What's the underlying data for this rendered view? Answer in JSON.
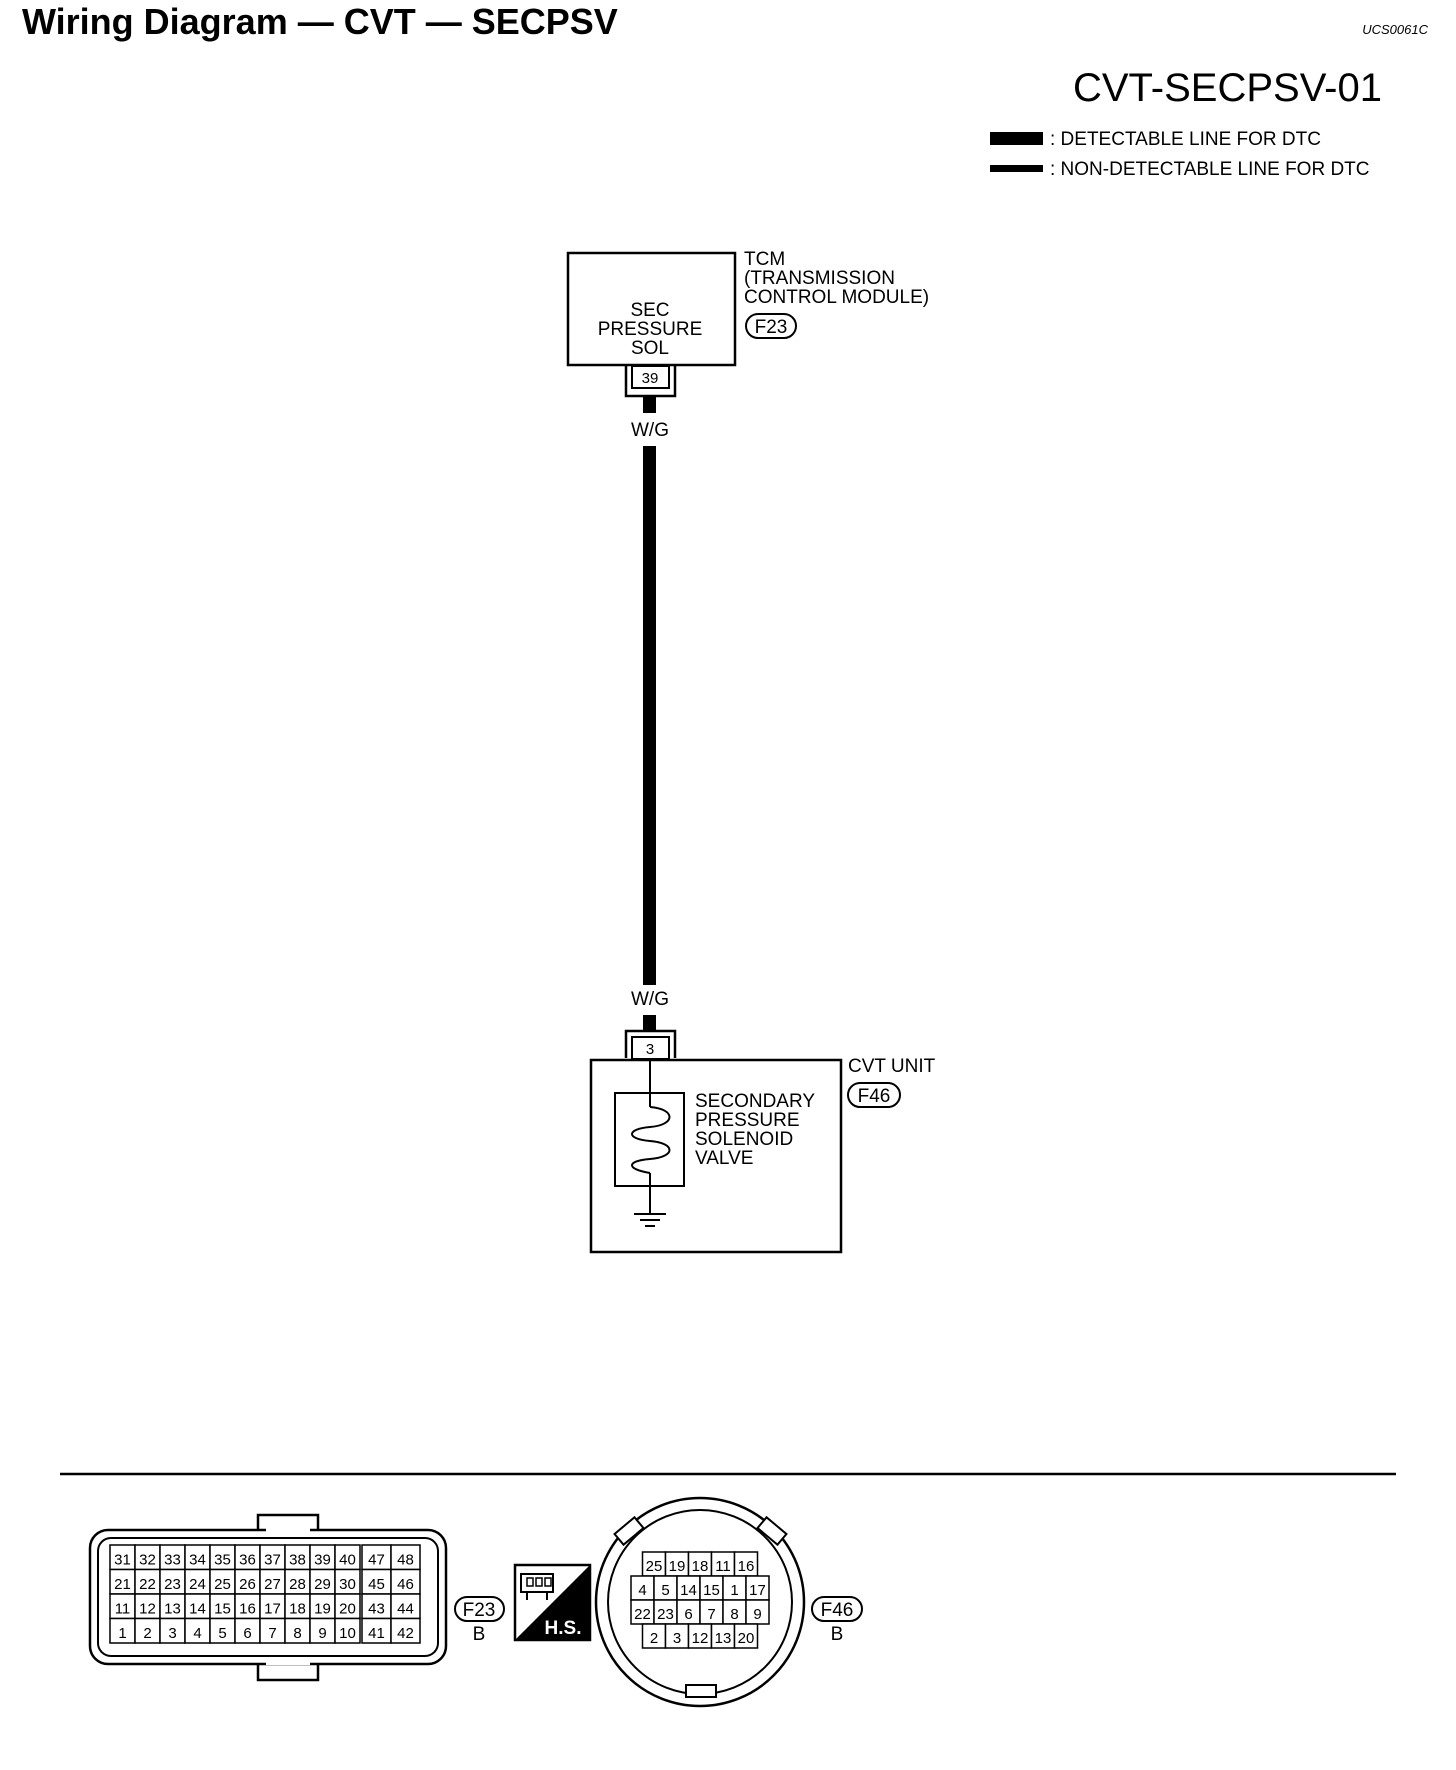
{
  "header": {
    "title": "Wiring Diagram — CVT — SECPSV",
    "code": "UCS0061C",
    "sheet_id": "CVT-SECPSV-01"
  },
  "legend": {
    "detectable": ": DETECTABLE LINE FOR DTC",
    "non_detectable": ": NON-DETECTABLE LINE FOR DTC"
  },
  "tcm": {
    "name_lines": [
      "TCM",
      "(TRANSMISSION",
      "CONTROL MODULE)"
    ],
    "connector": "F23",
    "terminal_label_lines": [
      "SEC",
      "PRESSURE",
      "SOL"
    ],
    "terminal": "39"
  },
  "wire": {
    "color_top": "W/G",
    "color_bottom": "W/G"
  },
  "cvt_unit": {
    "name": "CVT UNIT",
    "connector": "F46",
    "terminal": "3",
    "component_lines": [
      "SECONDARY",
      "PRESSURE",
      "SOLENOID",
      "VALVE"
    ]
  },
  "connectors": {
    "f23": {
      "id": "F23",
      "color": "B",
      "rows": [
        [
          "31",
          "32",
          "33",
          "34",
          "35",
          "36",
          "37",
          "38",
          "39",
          "40",
          "47",
          "48"
        ],
        [
          "21",
          "22",
          "23",
          "24",
          "25",
          "26",
          "27",
          "28",
          "29",
          "30",
          "45",
          "46"
        ],
        [
          "11",
          "12",
          "13",
          "14",
          "15",
          "16",
          "17",
          "18",
          "19",
          "20",
          "43",
          "44"
        ],
        [
          "1",
          "2",
          "3",
          "4",
          "5",
          "6",
          "7",
          "8",
          "9",
          "10",
          "41",
          "42"
        ]
      ]
    },
    "hs_label": "H.S.",
    "f46": {
      "id": "F46",
      "color": "B",
      "rows": [
        [
          "25",
          "19",
          "18",
          "11",
          "16"
        ],
        [
          "4",
          "5",
          "14",
          "15",
          "1",
          "17"
        ],
        [
          "22",
          "23",
          "6",
          "7",
          "8",
          "9"
        ],
        [
          "2",
          "3",
          "12",
          "13",
          "20"
        ]
      ]
    }
  }
}
